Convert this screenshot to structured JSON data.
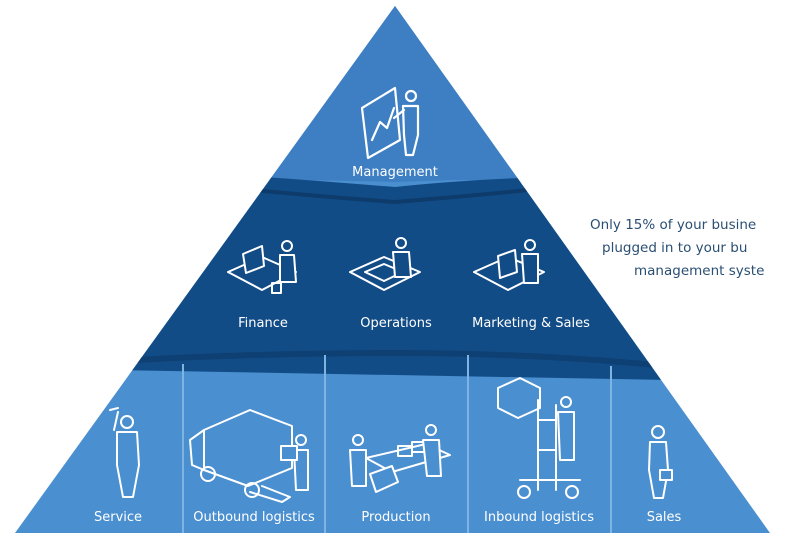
{
  "top": {
    "label": "Management",
    "icon": "presenter-at-board-icon"
  },
  "middle": [
    {
      "label": "Finance",
      "icon": "desk-worker-with-computer-icon"
    },
    {
      "label": "Operations",
      "icon": "worker-at-drafting-table-icon"
    },
    {
      "label": "Marketing & Sales",
      "icon": "worker-at-computer-terminal-icon"
    }
  ],
  "bottom": [
    {
      "label": "Service",
      "icon": "service-technician-with-wrench-icon"
    },
    {
      "label": "Outbound logistics",
      "icon": "delivery-truck-with-worker-icon"
    },
    {
      "label": "Production",
      "icon": "conveyor-belt-workers-icon"
    },
    {
      "label": "Inbound logistics",
      "icon": "hand-truck-with-box-icon"
    },
    {
      "label": "Sales",
      "icon": "salesperson-with-briefcase-icon"
    }
  ],
  "callout": {
    "line1": "Only 15% of your busine",
    "line2": "plugged in to your bu",
    "line3": "management syste"
  },
  "colors": {
    "light_blue": "#4a8fd0",
    "dark_blue": "#124c87",
    "divider": "#7fb3e2",
    "text": "#2a4f73"
  }
}
